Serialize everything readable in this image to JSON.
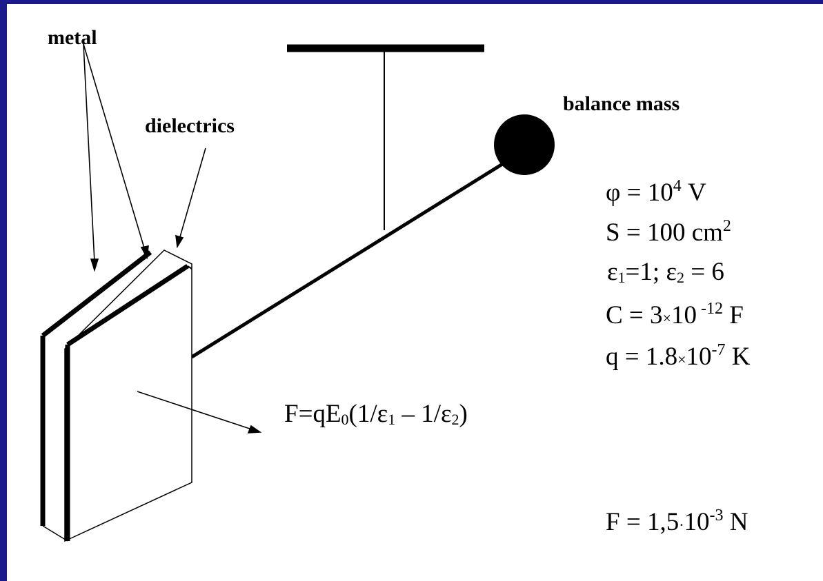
{
  "labels": {
    "metal": "metal",
    "dielectrics": "dielectrics",
    "balance_mass": "balance mass"
  },
  "force_formula": {
    "lhs": "F=qE",
    "e0_sub": "0",
    "mid": "(1/ε",
    "e1_sub": "1",
    "minus": " – 1/ε",
    "e2_sub": "2",
    "close": ")"
  },
  "parameters": {
    "phi": {
      "lhs": "φ = 10",
      "exp": "4",
      "unit": " V"
    },
    "area": {
      "lhs": "S = 100 cm",
      "exp": "2"
    },
    "eps": {
      "e1": "ε",
      "e1_sub": "1",
      "e1_val": "=1;  ε",
      "e2_sub": "2",
      "e2_val": " = 6"
    },
    "capacitance": {
      "lhs": "C = 3",
      "times": "×",
      "base": "10",
      "exp": " -12",
      "unit": "  F"
    },
    "charge": {
      "lhs": "q = 1.8",
      "times": "×",
      "base": "10",
      "exp": "-7",
      "unit": " K"
    }
  },
  "result": {
    "lhs": "F = 1,5",
    "dot": "·",
    "base": "10",
    "exp": "-3",
    "unit": " N"
  },
  "colors": {
    "frame": "#1a1a8c",
    "background": "#ffffff",
    "ink": "#000000"
  }
}
